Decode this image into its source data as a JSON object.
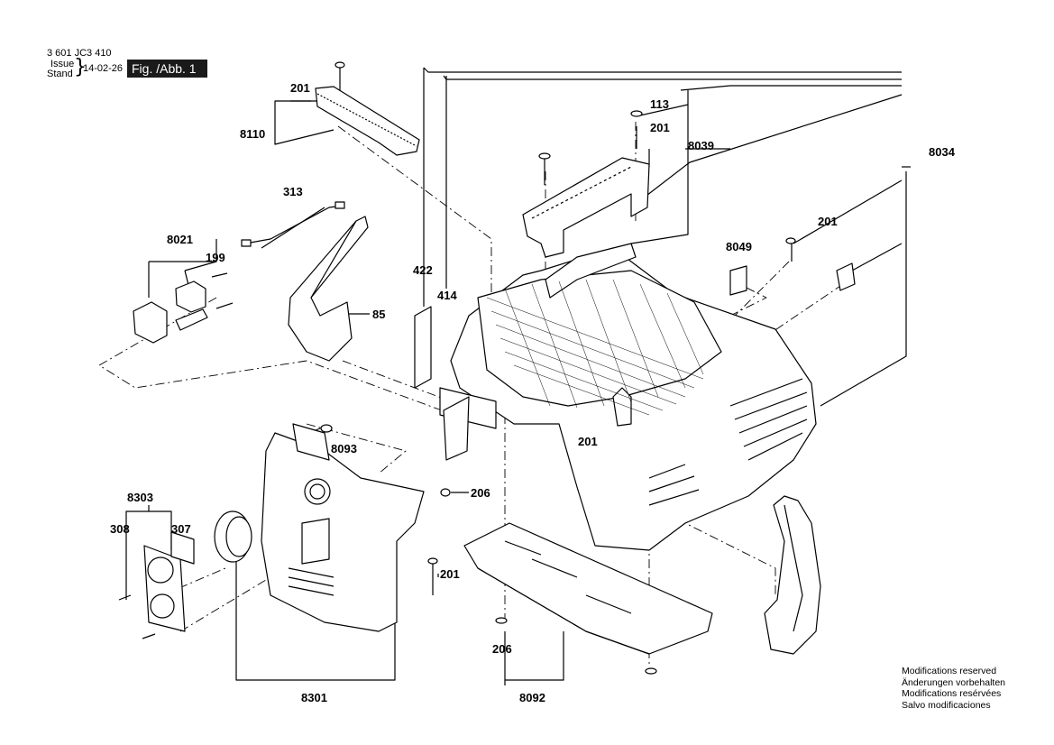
{
  "header": {
    "doc_number": "3 601 JC3 410",
    "issue_label": "Issue",
    "stand_label": "Stand",
    "date": "14-02-26",
    "figure_label": "Fig. /Abb. 1"
  },
  "callouts": {
    "c201a": "201",
    "c8110": "8110",
    "c113": "113",
    "c201b": "201",
    "c8039": "8039",
    "c8034": "8034",
    "c313": "313",
    "c8021": "8021",
    "c199": "199",
    "c422": "422",
    "c414": "414",
    "c8049": "8049",
    "c201c": "201",
    "c85": "85",
    "c201d": "201",
    "c8093": "8093",
    "c206a": "206",
    "c8303": "8303",
    "c308": "308",
    "c307": "307",
    "c201e": "201",
    "c206b": "206",
    "c8301": "8301",
    "c8092": "8092"
  },
  "notes": [
    "Modifications reserved",
    "Änderungen vorbehalten",
    "Modifications resérvées",
    "Salvo modificaciones"
  ]
}
